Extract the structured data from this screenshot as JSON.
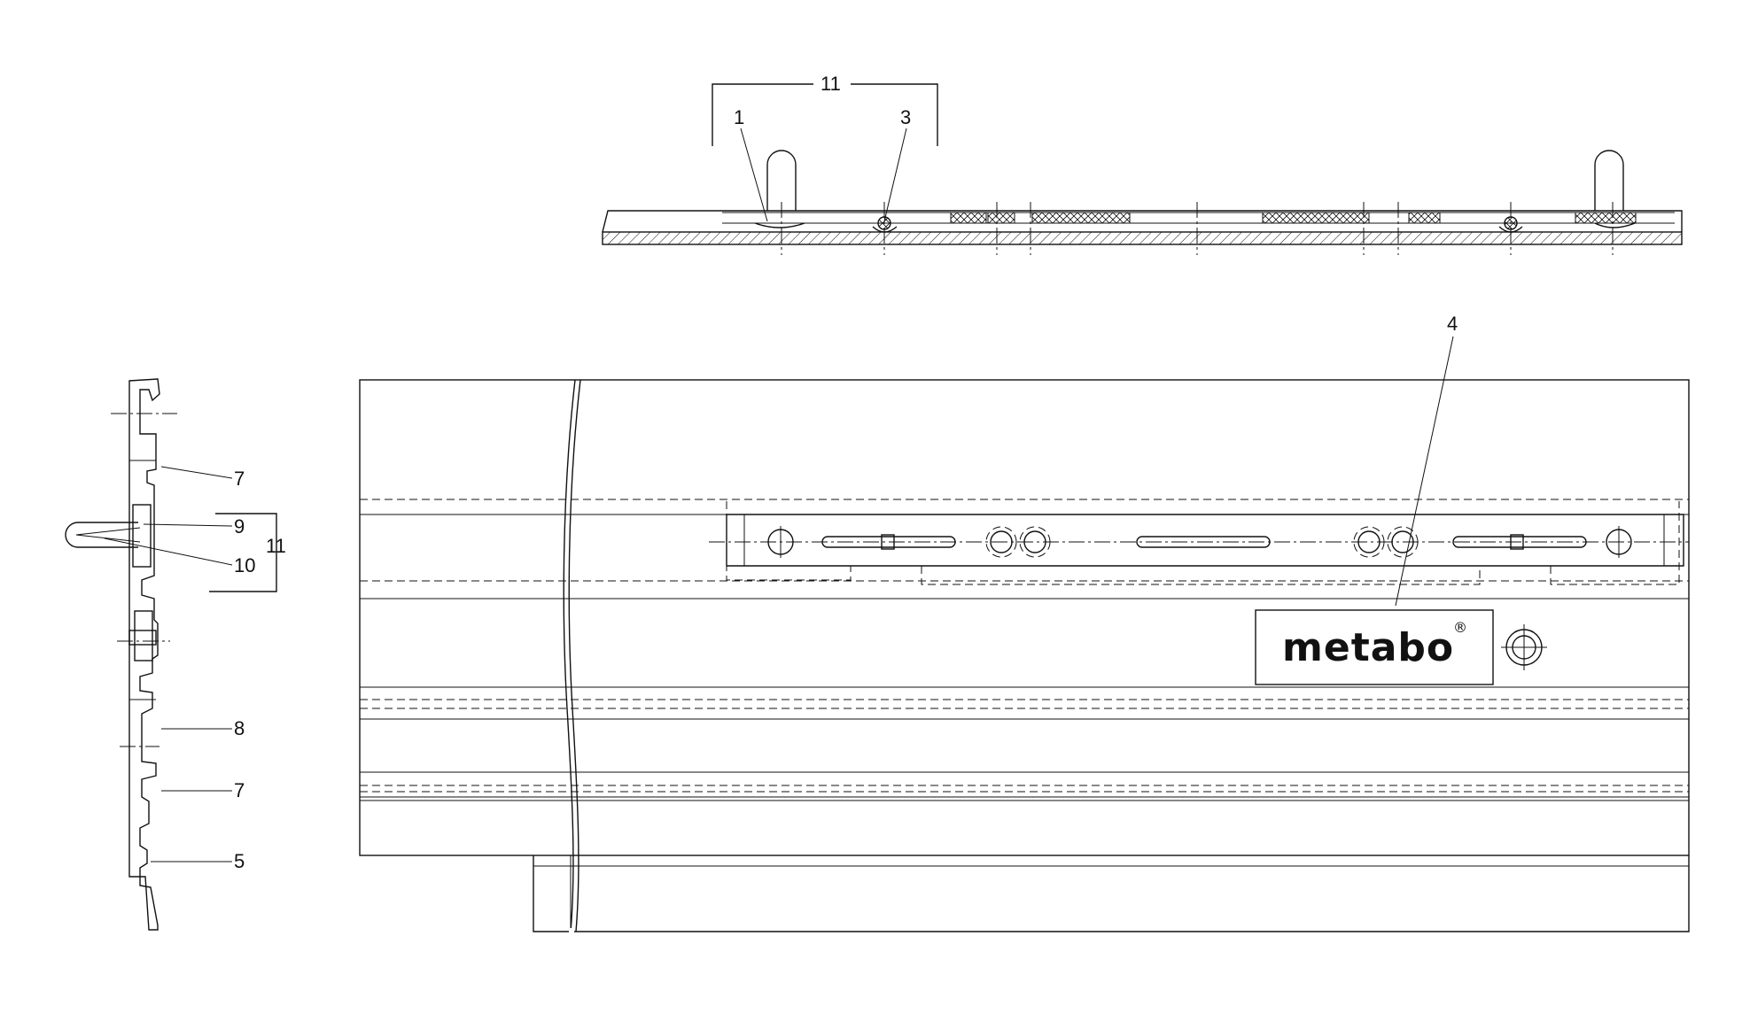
{
  "brand": {
    "logo_text": "metabo",
    "registered_mark": "®"
  },
  "callouts": {
    "c1": "1",
    "c3": "3",
    "c4": "4",
    "c5": "5",
    "c7a": "7",
    "c7b": "7",
    "c8": "8",
    "c9": "9",
    "c10": "10",
    "c11_top": "11",
    "c11_side": "11"
  },
  "colors": {
    "line": "#111111",
    "background": "#ffffff"
  }
}
